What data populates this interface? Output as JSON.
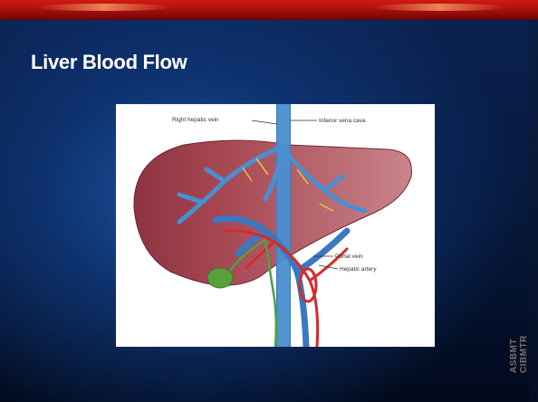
{
  "slide": {
    "title": "Liver Blood Flow"
  },
  "figure": {
    "labels": {
      "right_hepatic_vein": "Right hepatic vein",
      "inferior_vena_cava": "Inferior vena cava",
      "portal_vein": "Portal vein",
      "hepatic_artery": "Hepatic artery"
    }
  },
  "logo": {
    "text": "ASBMT\nCIBMTR"
  },
  "colors": {
    "top_bar": "#b5100c",
    "background": "#0b2352",
    "liver": "#a84a55",
    "vein": "#4a8fd0",
    "artery": "#d42a2a",
    "gallbladder": "#5aa03a"
  }
}
